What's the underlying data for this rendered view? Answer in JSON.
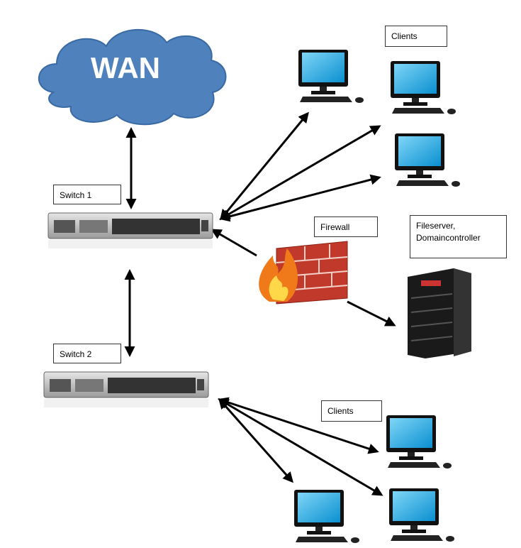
{
  "cloud": {
    "label": "WAN",
    "color": "#4f81bd"
  },
  "labels": {
    "switch1": "Switch 1",
    "switch2": "Switch 2",
    "clients_top": "Clients",
    "clients_bottom": "Clients",
    "firewall": "Firewall",
    "fileserver_line1": "Fileserver,",
    "fileserver_line2": "Domaincontroller"
  }
}
